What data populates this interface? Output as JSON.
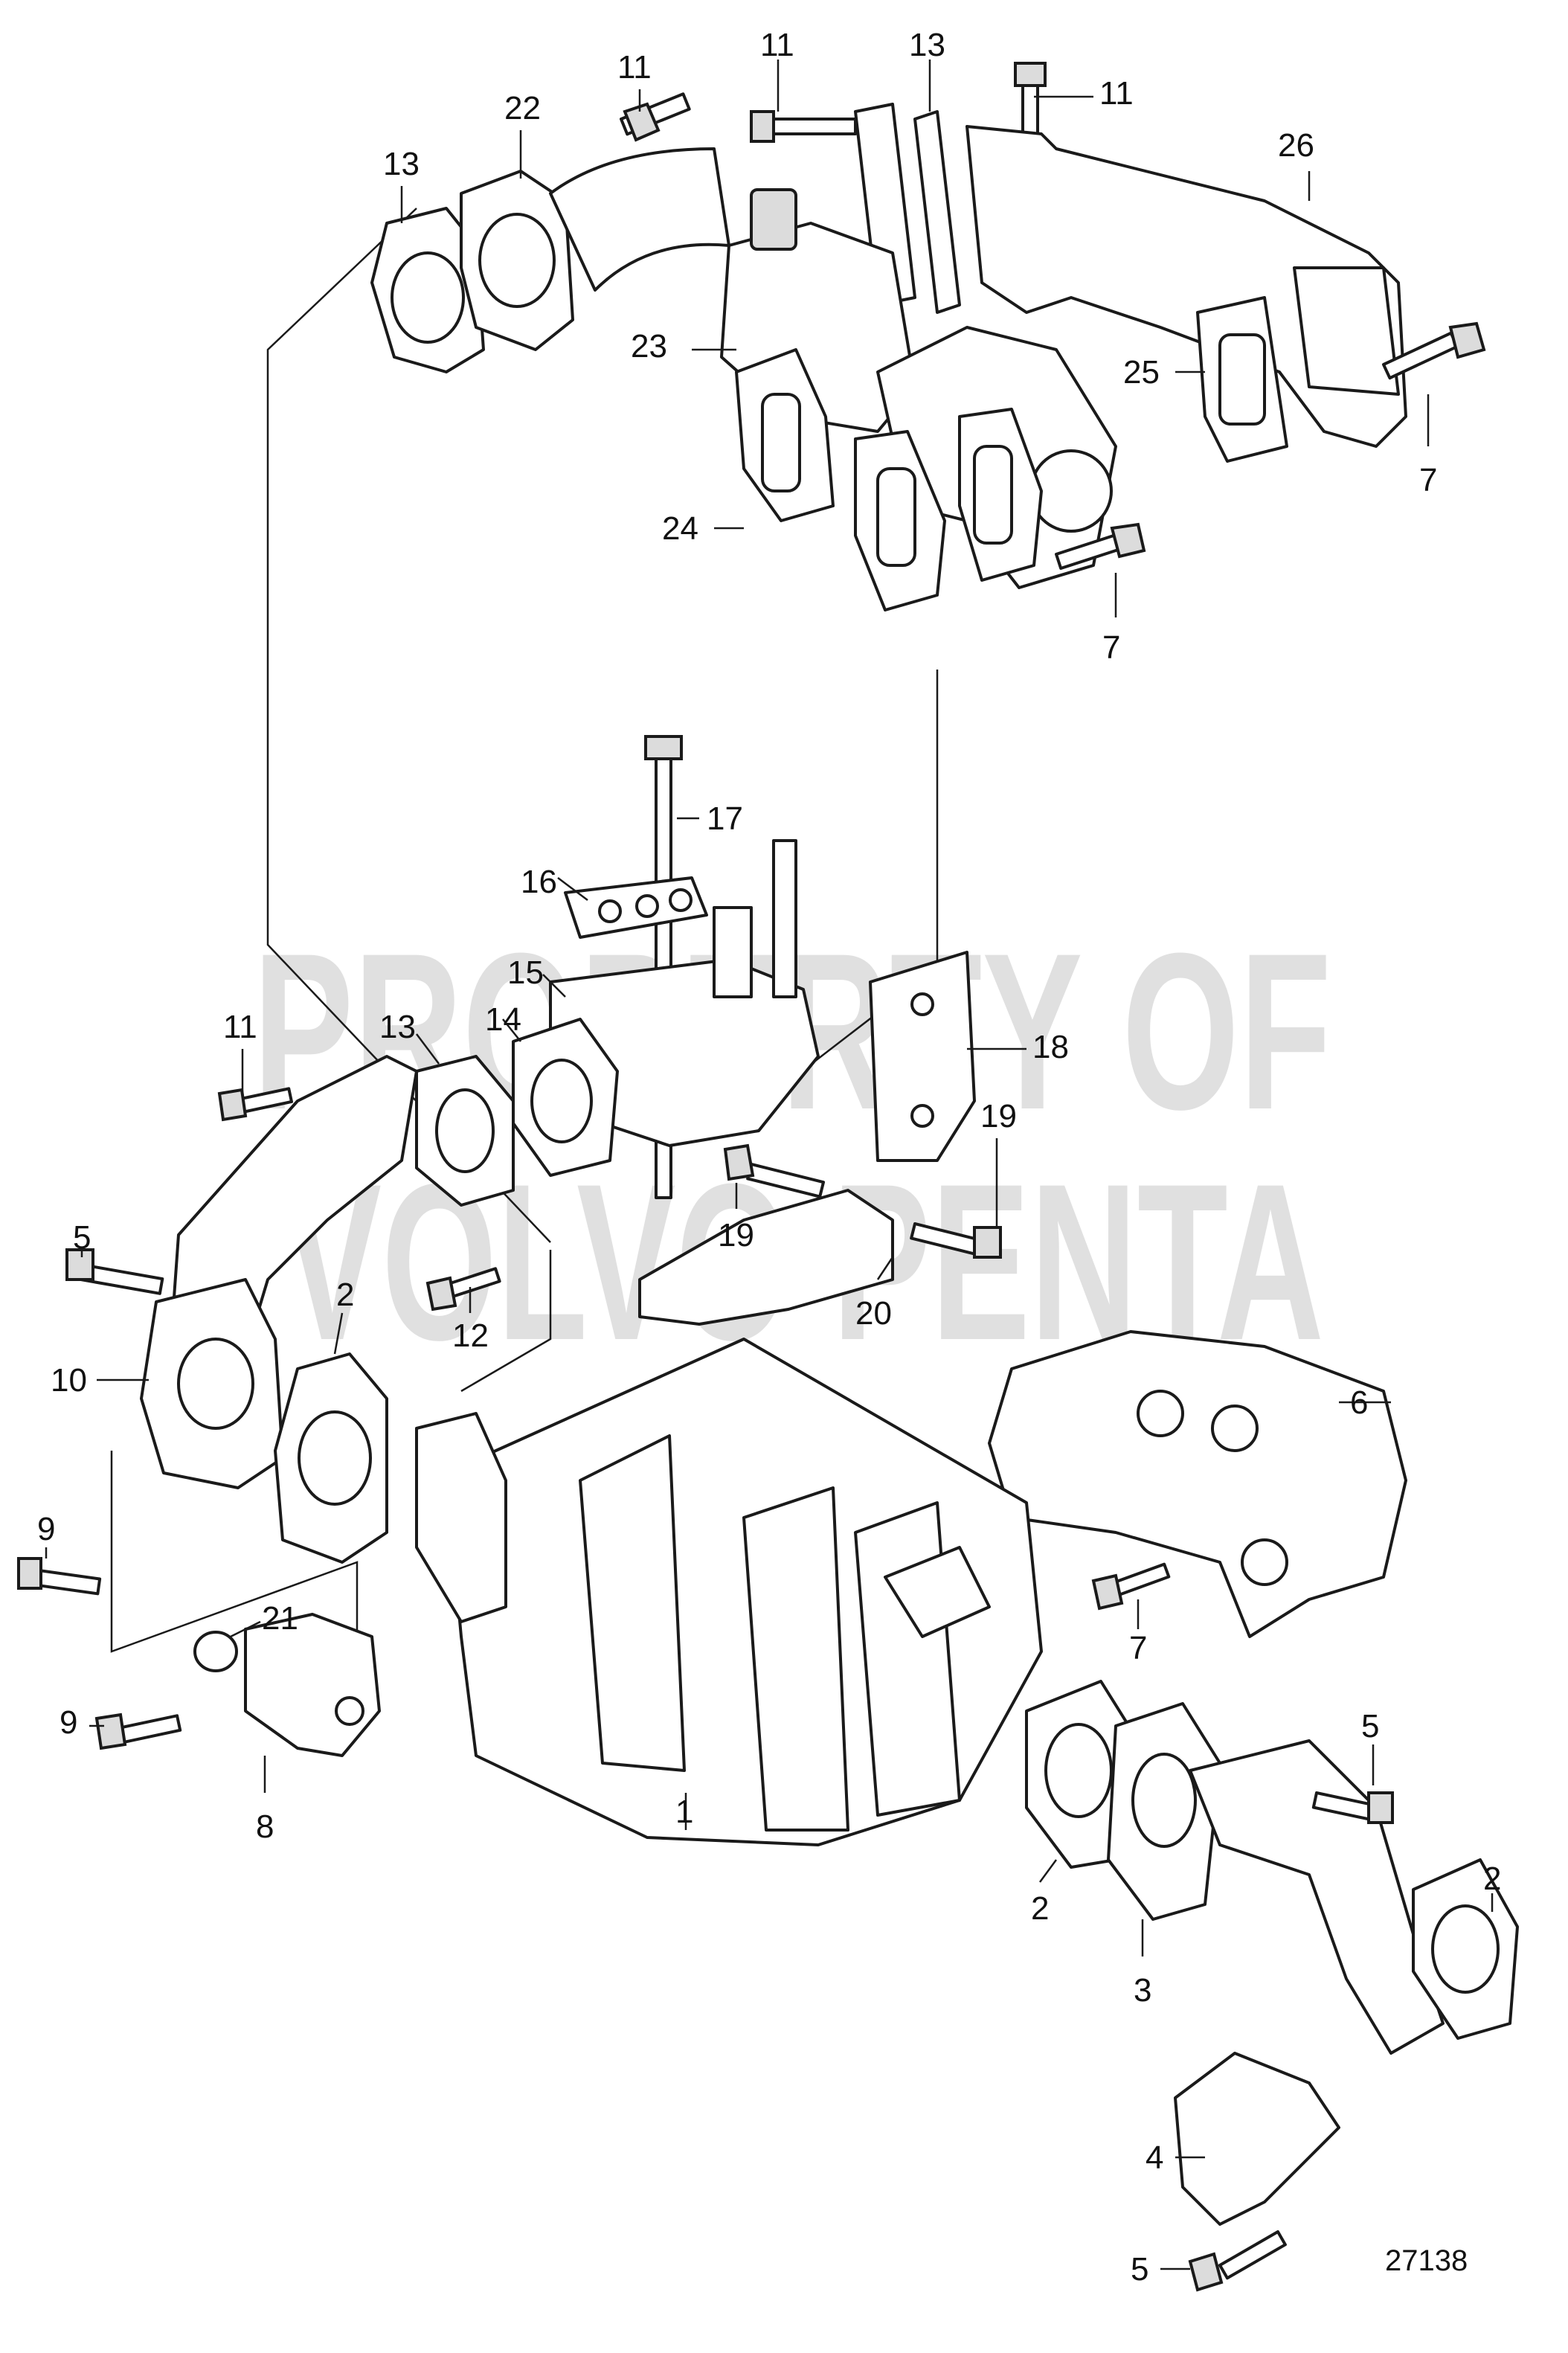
{
  "diagram": {
    "drawing_number": "27138",
    "watermark_lines": [
      "PROPERTY OF",
      "VOLVO PENTA"
    ],
    "callouts": [
      {
        "id": "c11a",
        "label": "11"
      },
      {
        "id": "c11b",
        "label": "11"
      },
      {
        "id": "c11c",
        "label": "11"
      },
      {
        "id": "c13a",
        "label": "13"
      },
      {
        "id": "c22",
        "label": "22"
      },
      {
        "id": "c13b",
        "label": "13"
      },
      {
        "id": "c26",
        "label": "26"
      },
      {
        "id": "c23",
        "label": "23"
      },
      {
        "id": "c25",
        "label": "25"
      },
      {
        "id": "c7a",
        "label": "7"
      },
      {
        "id": "c24",
        "label": "24"
      },
      {
        "id": "c7b",
        "label": "7"
      },
      {
        "id": "c17",
        "label": "17"
      },
      {
        "id": "c16",
        "label": "16"
      },
      {
        "id": "c15",
        "label": "15"
      },
      {
        "id": "c11d",
        "label": "11"
      },
      {
        "id": "c13c",
        "label": "13"
      },
      {
        "id": "c14",
        "label": "14"
      },
      {
        "id": "c18",
        "label": "18"
      },
      {
        "id": "c19a",
        "label": "19"
      },
      {
        "id": "c19b",
        "label": "19"
      },
      {
        "id": "c5a",
        "label": "5"
      },
      {
        "id": "c20",
        "label": "20"
      },
      {
        "id": "c2a",
        "label": "2"
      },
      {
        "id": "c12",
        "label": "12"
      },
      {
        "id": "c10",
        "label": "10"
      },
      {
        "id": "c6",
        "label": "6"
      },
      {
        "id": "c9a",
        "label": "9"
      },
      {
        "id": "c21",
        "label": "21"
      },
      {
        "id": "c7c",
        "label": "7"
      },
      {
        "id": "c9b",
        "label": "9"
      },
      {
        "id": "c5b",
        "label": "5"
      },
      {
        "id": "c8",
        "label": "8"
      },
      {
        "id": "c1",
        "label": "1"
      },
      {
        "id": "c2b",
        "label": "2"
      },
      {
        "id": "c2c",
        "label": "2"
      },
      {
        "id": "c3",
        "label": "3"
      },
      {
        "id": "c4",
        "label": "4"
      },
      {
        "id": "c5c",
        "label": "5"
      }
    ]
  }
}
